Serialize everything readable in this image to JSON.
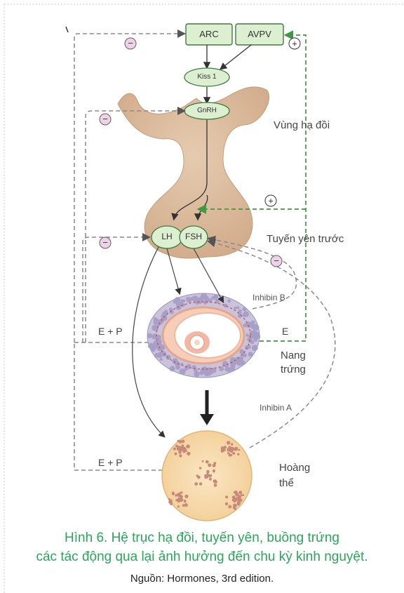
{
  "diagram": {
    "nodes": {
      "arc": "ARC",
      "avpv": "AVPV",
      "kiss": "Kiss 1",
      "gnrh": "GnRH",
      "lh": "LH",
      "fsh": "FSH"
    },
    "regions": {
      "hypothalamus": "Vùng hạ đồi",
      "pituitary": "Tuyến yên trước",
      "follicle_1": "Nang",
      "follicle_2": "trứng",
      "corpus_1": "Hoàng",
      "corpus_2": "thể"
    },
    "feedback": {
      "ep_top": "E + P",
      "ep_bottom": "E + P",
      "e": "E",
      "inhibin_b": "Inhibin B",
      "inhibin_a": "Inhibin A",
      "negative_symbol": "−",
      "positive_symbol": "+"
    },
    "colors": {
      "node_fill": "#dcefd0",
      "node_stroke": "#3e7a3e",
      "positive_arrow": "#3f9a3f",
      "negative_arrow": "#8a8a8a",
      "minus_fill": "#ecd3e6",
      "gland": "#dcbe9f",
      "caption": "#2aa55a"
    }
  },
  "caption": {
    "line1": "Hình 6. Hệ trục hạ đồi, tuyến yên, buồng trứng",
    "line2": "các tác động qua lại ảnh hưởng đến chu kỳ kinh nguyệt.",
    "source": "Nguồn: Hormones, 3rd edition."
  }
}
